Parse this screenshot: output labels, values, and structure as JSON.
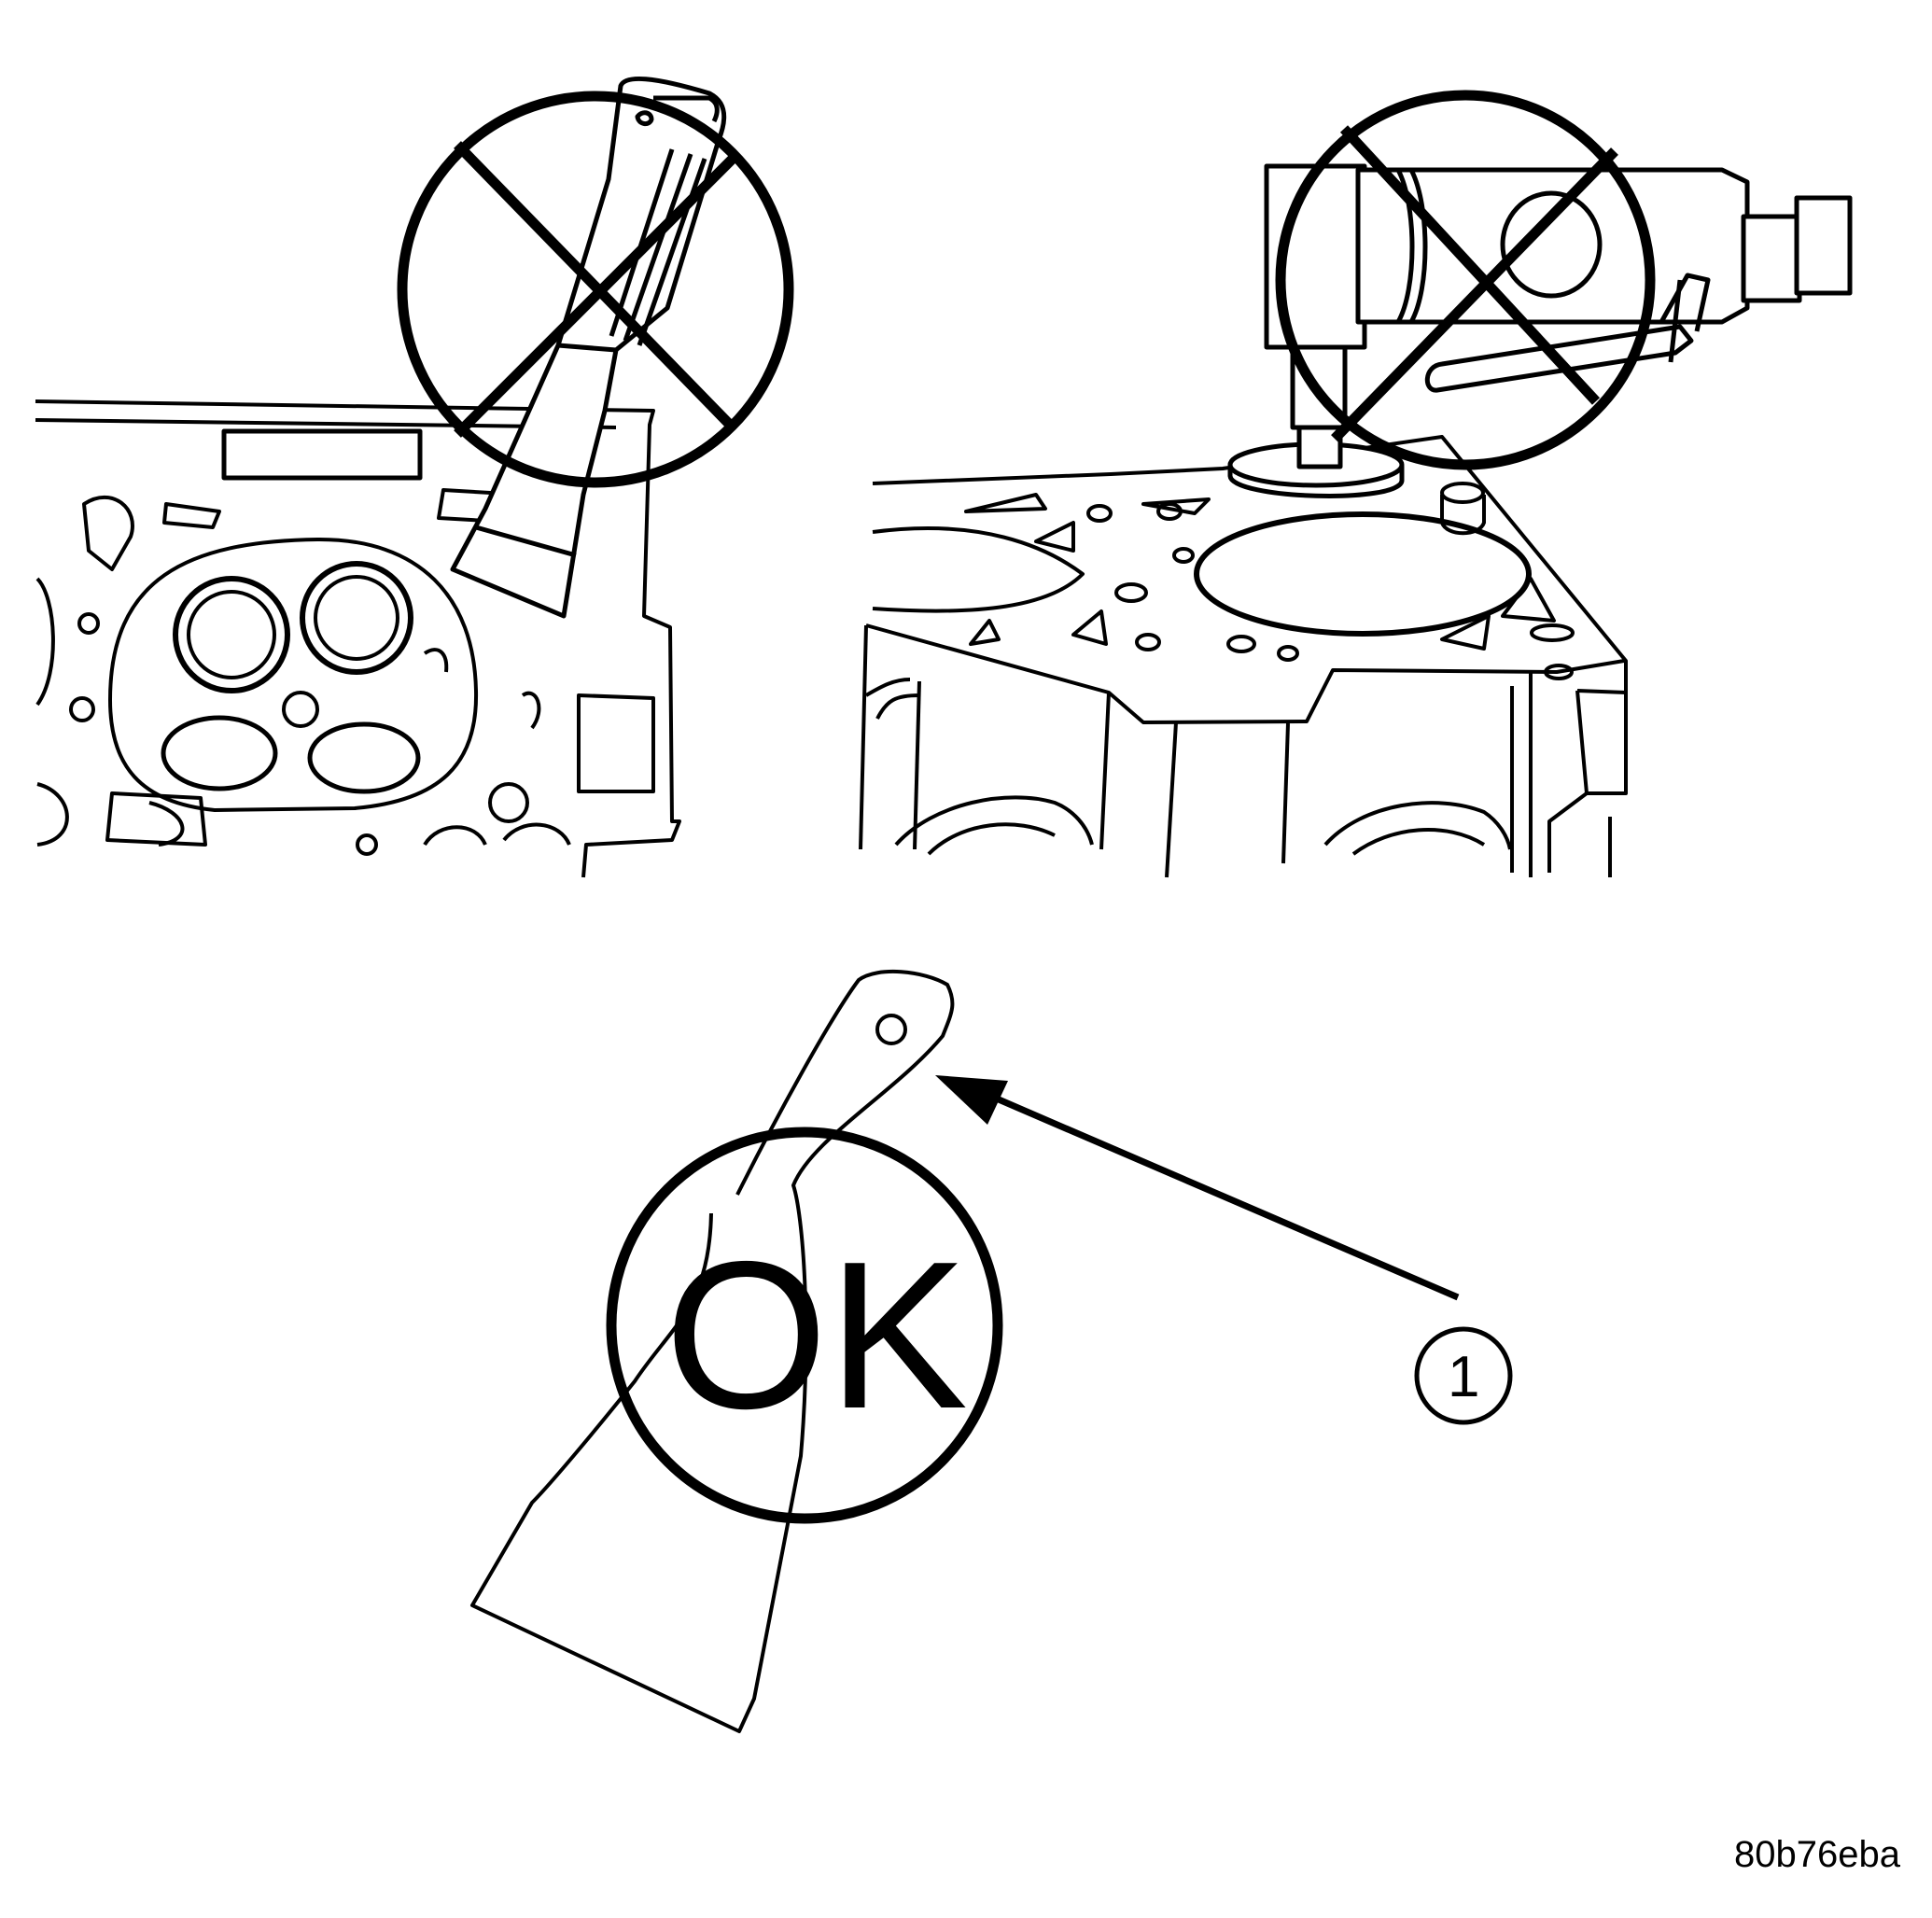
{
  "figure": {
    "ok_label": "OK",
    "callout_number": "1",
    "figure_id": "80b76eba"
  },
  "icons": {
    "prohibited_symbol": "circle-slash-x",
    "approved_symbol": "circle-ok"
  },
  "colors": {
    "line": "#000000",
    "background": "#ffffff"
  }
}
